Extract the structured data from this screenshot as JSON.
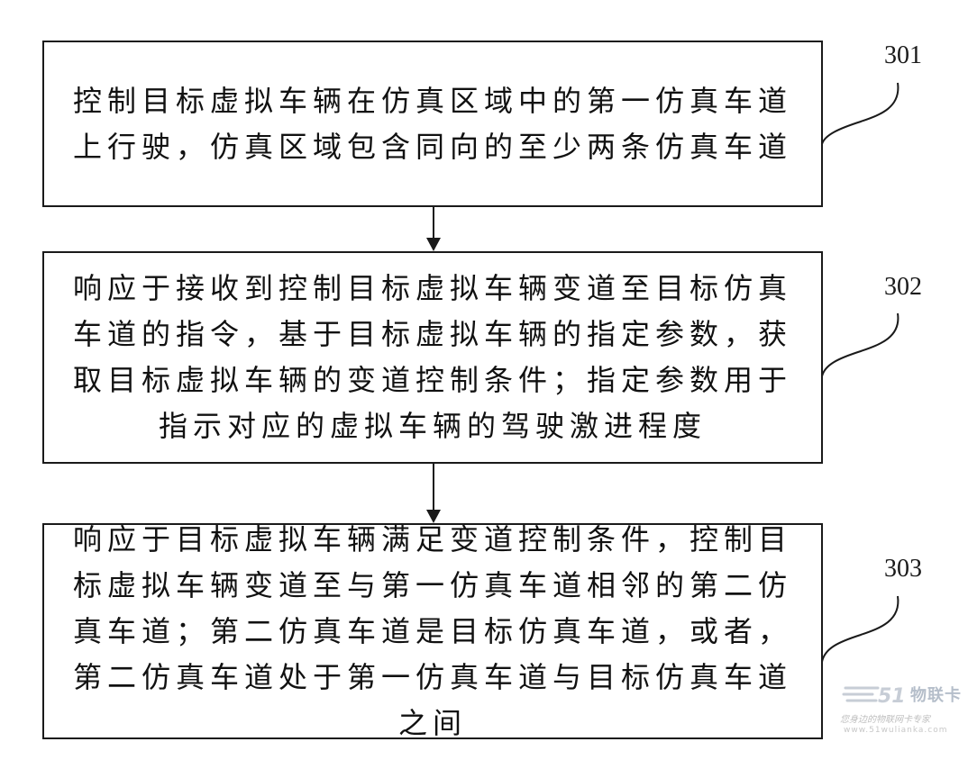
{
  "steps": [
    {
      "id": "301",
      "text": "控制目标虚拟车辆在仿真区域中的第一仿真车道\n上行驶，仿真区域包含同向的至少两条仿真车道"
    },
    {
      "id": "302",
      "text": "响应于接收到控制目标虚拟车辆变道至目标仿真\n车道的指令，基于目标虚拟车辆的指定参数，获\n取目标虚拟车辆的变道控制条件；指定参数用于\n指示对应的虚拟车辆的驾驶激进程度"
    },
    {
      "id": "303",
      "text": "响应于目标虚拟车辆满足变道控制条件，控制目\n标虚拟车辆变道至与第一仿真车道相邻的第二仿\n真车道；第二仿真车道是目标仿真车道，或者，\n第二仿真车道处于第一仿真车道与目标仿真车道\n之间"
    }
  ],
  "watermark": {
    "brand": "物联卡",
    "slogan": "您身边的物联网卡专家",
    "site": "www.51wulianka.com"
  },
  "colors": {
    "line": "#1a1a1a",
    "background": "#ffffff",
    "watermark": "#7a8aa0"
  }
}
